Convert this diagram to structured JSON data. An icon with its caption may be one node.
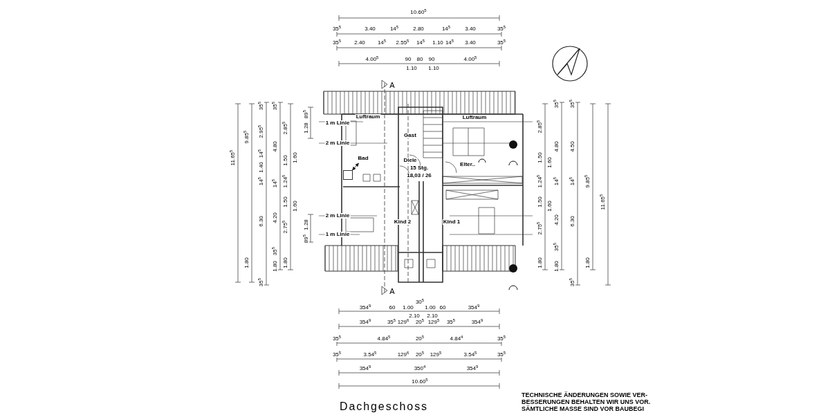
{
  "diagram": {
    "title": "Dachgeschoss",
    "caption": "TECHNISCHE ÄNDERUNGEN SOWIE VER- BESSERUNGEN BEHALTEN WIR UNS VOR. SÄMTLICHE MASSE SIND VOR BAUBEGI",
    "nodes": [
      {
        "text": [
          "Bad"
        ]
      },
      {
        "text": [],
        "shape": "box"
      }
    ],
    "edges": [
      {
        "from": 0,
        "to": 1,
        "arrow": "both"
      }
    ],
    "labels": [
      "10.60$^{5}$",
      "35$^{5}$",
      "3.40",
      "14$^{5}$",
      "2.80",
      "14$^{5}$",
      "3.40",
      "35$^{5}$",
      "35$^{5}$",
      "2.40",
      "14$^{5}$",
      "2.55$^{5}$",
      "14$^{5}$",
      "1.10",
      "14$^{5}$",
      "3.40",
      "35$^{5}$",
      "4.00$^{5}$",
      "90",
      "80",
      "90",
      "4.00$^{5}$",
      "1.10",
      "1.10",
      "11.65$^{5}$",
      "9.85$^{5}$",
      "1.80",
      "35$^{5}$",
      "2.95$^{5}$",
      "14$^{5}$",
      "1.40",
      "14$^{5}$",
      "6.30",
      "35$^{5}$",
      "35$^{5}$",
      "4.80",
      "14$^{5}$",
      "4.20",
      "35$^{5}$",
      "1.80",
      "2.85$^{5}$",
      "1.50",
      "1.24$^{5}$",
      "1.50",
      "2.75$^{5}$",
      "1.80",
      "1.60",
      "1.60",
      "89$^{5}$",
      "1.28",
      "1.28",
      "89$^{5}$",
      "2.85$^{5}$",
      "1.50",
      "1.24$^{5}$",
      "1.50",
      "2.75$^{5}$",
      "1.80",
      "1.60",
      "1.60",
      "35$^{5}$",
      "4.80",
      "14$^{5}$",
      "4.20",
      "35$^{5}$",
      "1.80",
      "35$^{5}$",
      "4.50",
      "14$^{5}$",
      "6.30",
      "35$^{5}$",
      "9.85$^{5}$",
      "1.80",
      "11.65$^{5}$",
      "A",
      "Luftraum",
      "1 m Linie",
      "Gast",
      "Luftraum",
      "2 m Linie",
      "Diele",
      "15 Stg.",
      "18,03 / 26",
      "Elter..",
      "2 m Linie",
      "Kind 2",
      "Kind 1",
      "1 m Linie",
      "A",
      "30$^{5}$",
      "354$^{9}$",
      "60",
      "1.00",
      "1.00",
      "60",
      "354$^{9}$",
      "2.10",
      "2.10",
      "354$^{9}$",
      "35$^{5}$",
      "129$^{6}$",
      "20$^{5}$",
      "129$^{5}$",
      "35$^{5}$",
      "354$^{9}$",
      "35$^{5}$",
      "4.84$^{5}$",
      "20$^{5}$",
      "4.84$^{4}$",
      "35$^{5}$",
      "35$^{5}$",
      "3.54$^{5}$",
      "129$^{6}$",
      "20$^{5}$",
      "129$^{5}$",
      "3.54$^{5}$",
      "35$^{5}$",
      "354$^{9}$",
      "350$^{4}$",
      "354$^{9}$",
      "10.60$^{5}$"
    ]
  }
}
